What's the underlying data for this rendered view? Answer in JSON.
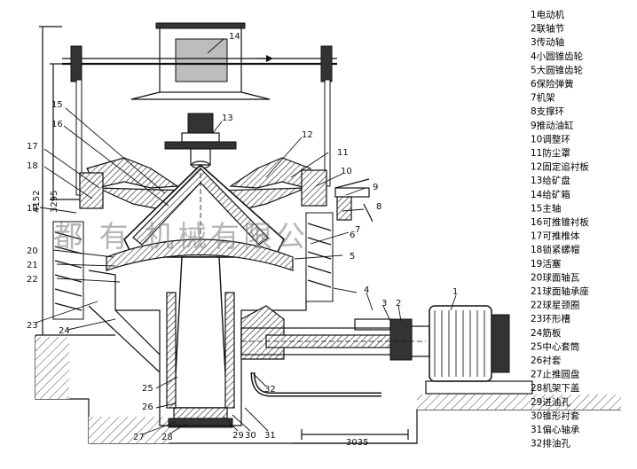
{
  "legend": {
    "items": [
      "1电动机",
      "2联轴节",
      "3传动轴",
      "4小圆锥齿轮",
      "5大圆锥齿轮",
      "6保险弹簧",
      "7机架",
      "8支撑环",
      "9推动油缸",
      "10调整环",
      "11防尘罩",
      "12固定追衬板",
      "13给矿盘",
      "14给矿箱",
      "15主轴",
      "16可推锥衬板",
      "17可推椎体",
      "18锁紧螺帽",
      "19活塞",
      "20球面轴瓦",
      "21球面轴承座",
      "22球星颈圈",
      "23环形槽",
      "24筋板",
      "25中心套筒",
      "26衬套",
      "27止推圆盘",
      "28机架下盖",
      "29进油孔",
      "30锥形衬套",
      "31偏心轴承",
      "32排油孔"
    ]
  },
  "diagram": {
    "part_numbers": {
      "n1": "1",
      "n2": "2",
      "n3": "3",
      "n4": "4",
      "n5": "5",
      "n6": "6",
      "n7": "7",
      "n8": "8",
      "n9": "9",
      "n10": "10",
      "n11": "11",
      "n12": "12",
      "n13": "13",
      "n14": "14",
      "n15": "15",
      "n16": "16",
      "n17": "17",
      "n18": "18",
      "n19": "19",
      "n20": "20",
      "n21": "21",
      "n22": "22",
      "n23": "23",
      "n24": "24",
      "n25": "25",
      "n26": "26",
      "n27": "27",
      "n28": "28",
      "n29": "29",
      "n30": "30",
      "n31": "31",
      "n32": "32"
    },
    "dimensions": {
      "total_height": "4152",
      "upper_height": "3295",
      "base_width": "3035"
    },
    "watermark": "都 有 机械有限公"
  }
}
